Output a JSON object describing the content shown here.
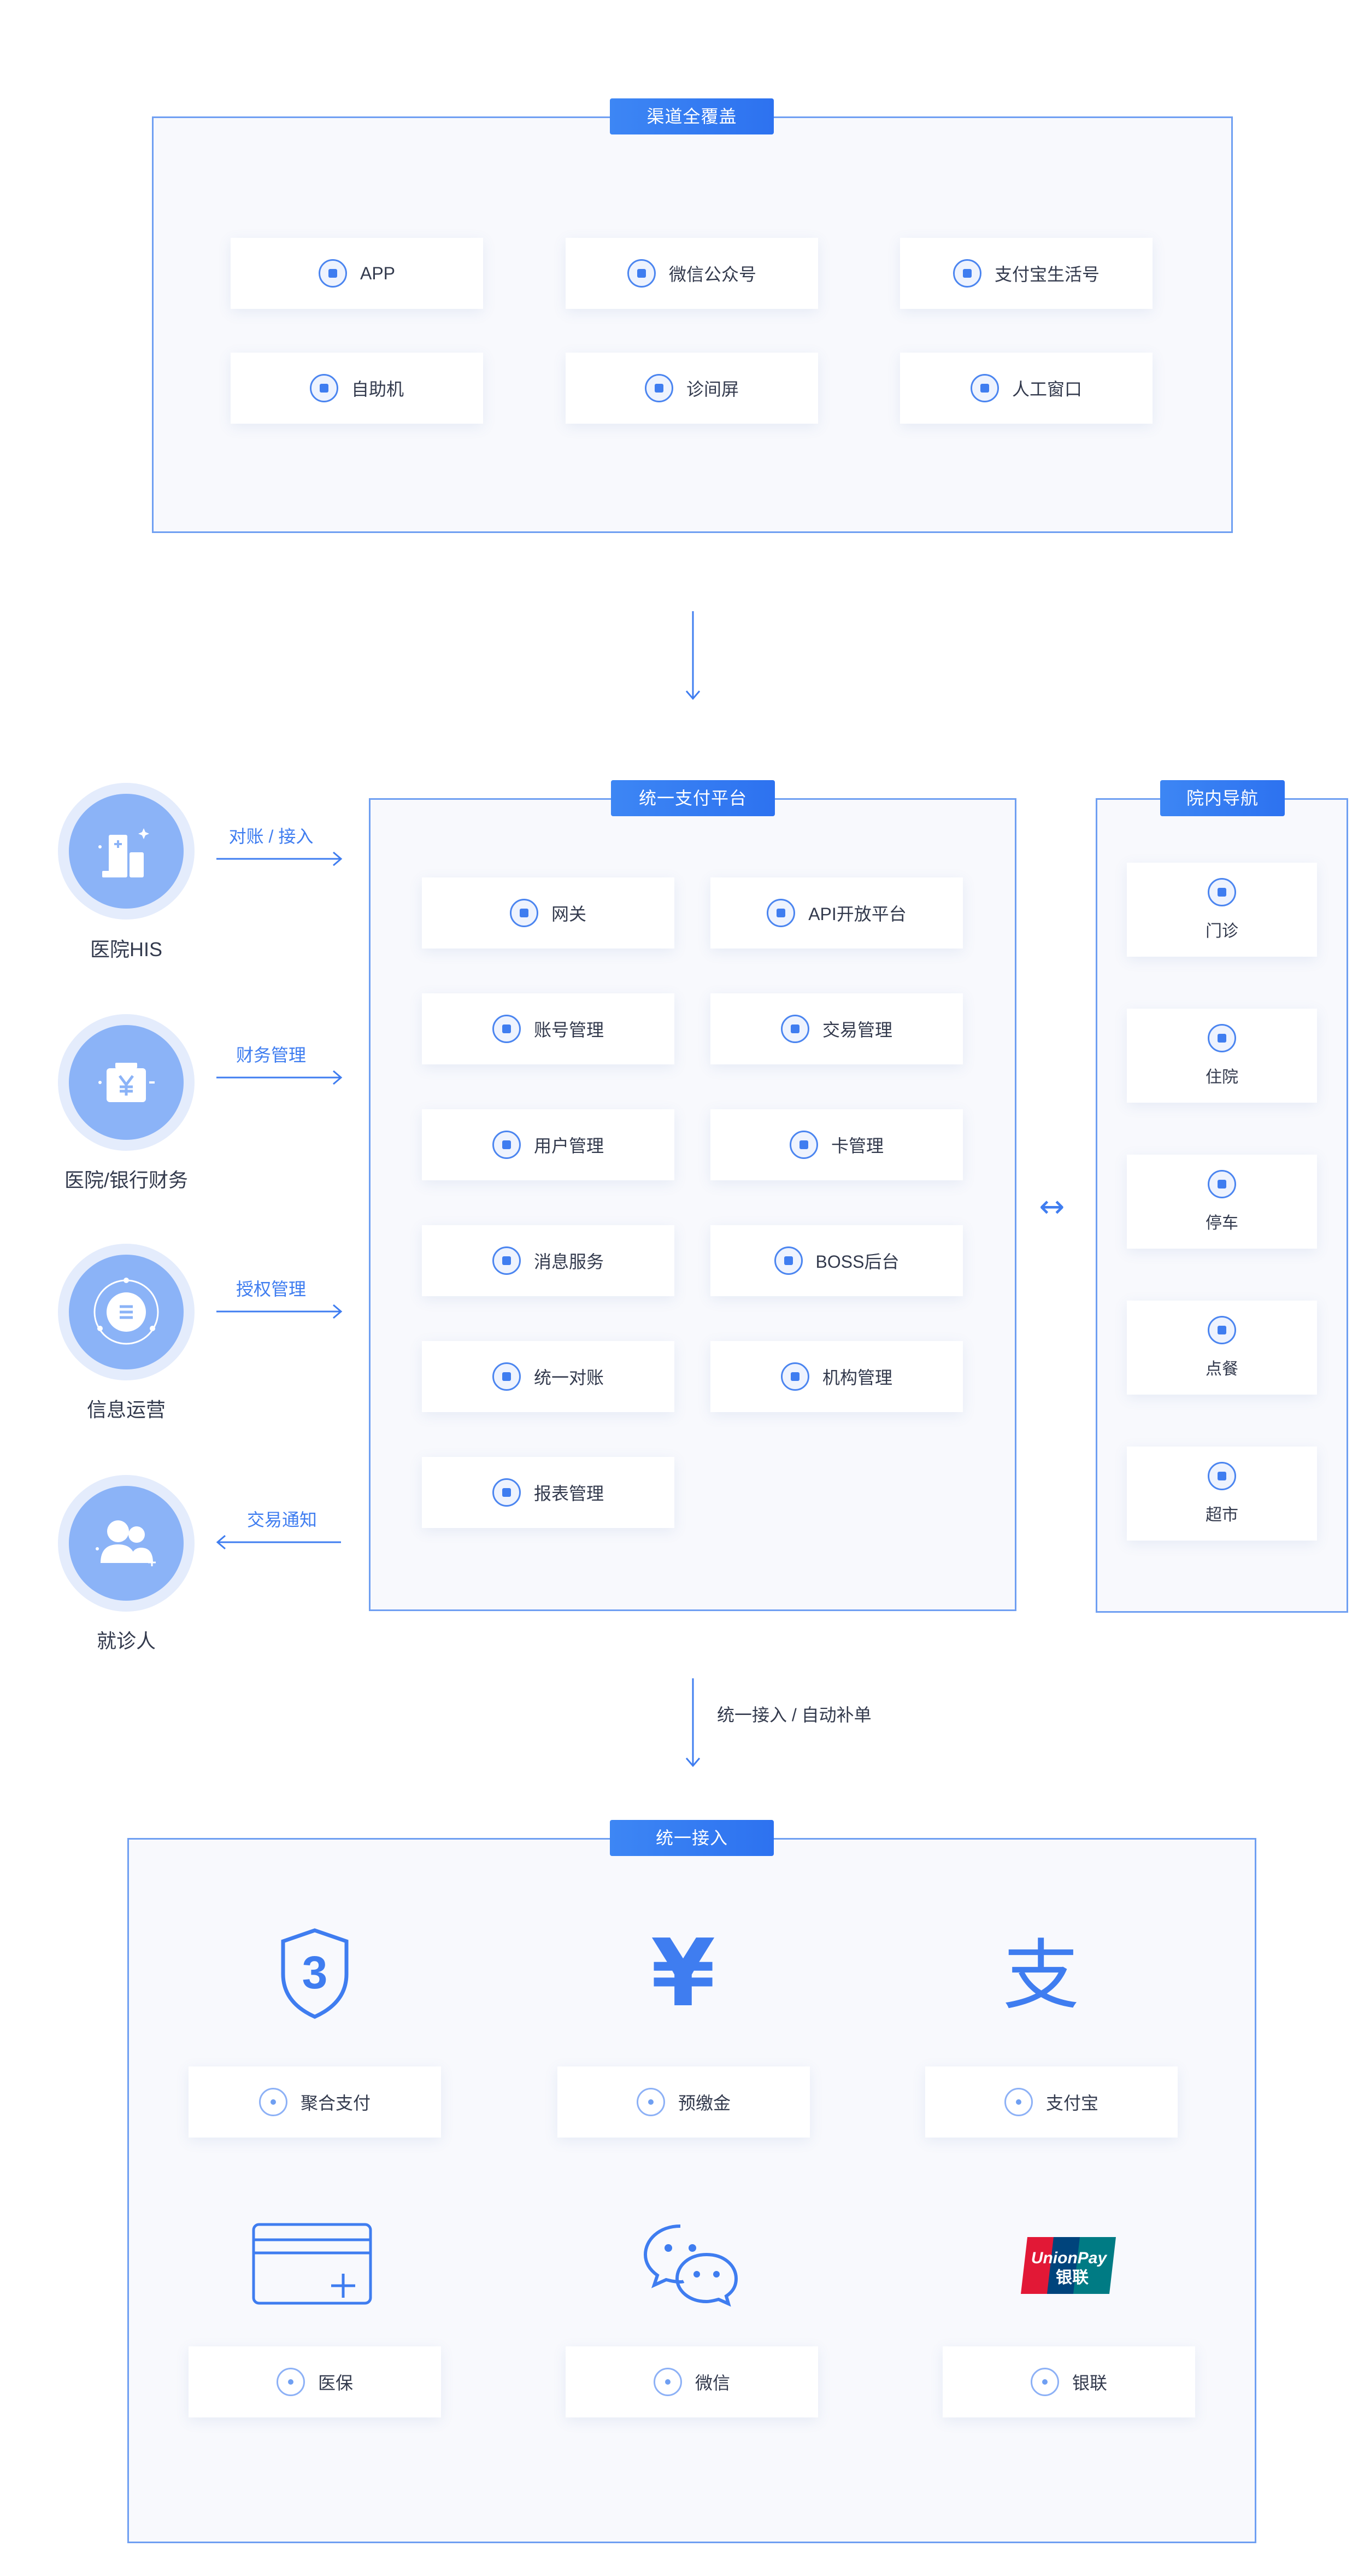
{
  "channels": {
    "title": "渠道全覆盖",
    "items": [
      "APP",
      "微信公众号",
      "支付宝生活号",
      "自助机",
      "诊间屏",
      "人工窗口"
    ]
  },
  "platform": {
    "title": "统一支付平台",
    "items": [
      "网关",
      "API开放平台",
      "账号管理",
      "交易管理",
      "用户管理",
      "卡管理",
      "消息服务",
      "BOSS后台",
      "统一对账",
      "机构管理",
      "报表管理"
    ]
  },
  "navigation": {
    "title": "院内导航",
    "items": [
      "门诊",
      "住院",
      "停车",
      "点餐",
      "超市"
    ]
  },
  "actors": [
    {
      "label": "医院HIS",
      "arrow_label": "对账 / 接入",
      "direction": "right"
    },
    {
      "label": "医院/银行财务",
      "arrow_label": "财务管理",
      "direction": "right"
    },
    {
      "label": "信息运营",
      "arrow_label": "授权管理",
      "direction": "right"
    },
    {
      "label": "就诊人",
      "arrow_label": "交易通知",
      "direction": "left"
    }
  ],
  "flow_label": "统一接入 / 自动补单",
  "bidirectional_symbol": "↔",
  "access": {
    "title": "统一接入",
    "items": [
      "聚合支付",
      "预缴金",
      "支付宝",
      "医保",
      "微信",
      "银联"
    ],
    "glyphs": {
      "yuan": "¥",
      "alipay": "支",
      "number": "3",
      "unionpay_top": "UnionPay",
      "unionpay_bottom": "银联"
    }
  },
  "colors": {
    "accent": "#3f7df0",
    "frame_border": "#6f9ff2",
    "frame_bg": "#f8f9fd",
    "unionpay_red": "#e21836",
    "unionpay_blue": "#00447c",
    "unionpay_green": "#007b84"
  }
}
